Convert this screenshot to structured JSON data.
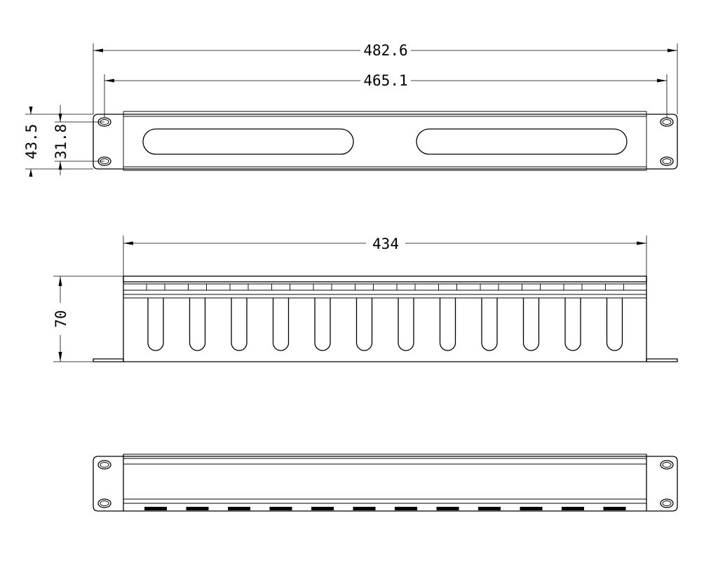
{
  "dimensions": {
    "overall_width": "482.6",
    "hole_spacing": "465.1",
    "body_width": "434",
    "panel_height": "43.5",
    "hole_vertical_spacing": "31.8",
    "depth": "70"
  },
  "colors": {
    "line": "#000000",
    "background": "#ffffff"
  },
  "views": [
    "front-view",
    "top-view",
    "rear-view"
  ],
  "slot_count": 12
}
